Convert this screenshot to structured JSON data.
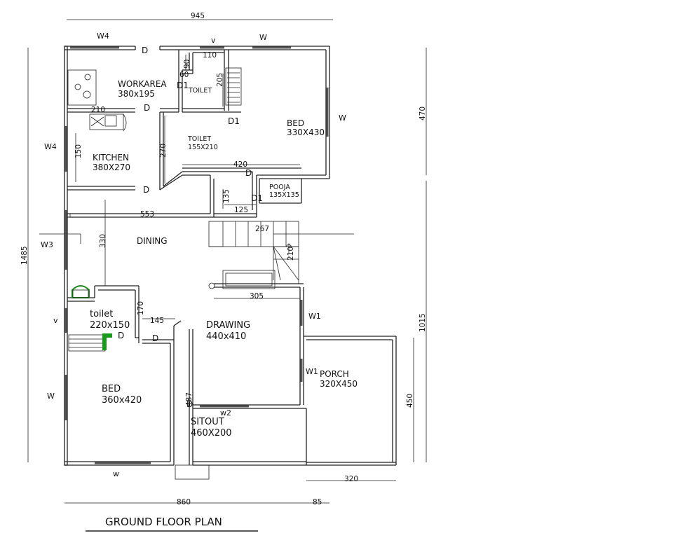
{
  "title": "GROUND FLOOR PLAN",
  "rooms": {
    "workarea": {
      "name": "WORKAREA",
      "size": "380x195"
    },
    "kitchen": {
      "name": "KITCHEN",
      "size": "380X270"
    },
    "toilet_top": {
      "name": "TOILET"
    },
    "toilet_mid": {
      "name": "TOILET",
      "size": "155X210"
    },
    "bed_top": {
      "name": "BED",
      "size": "330X430"
    },
    "pooja": {
      "name": "POOJA",
      "size": "135X135"
    },
    "dining": {
      "name": "DINING"
    },
    "toilet_bottom": {
      "name": "toilet",
      "size": "220x150"
    },
    "drawing": {
      "name": "DRAWING",
      "size": "440x410"
    },
    "porch": {
      "name": "PORCH",
      "size": "320X450"
    },
    "bed_bottom": {
      "name": "BED",
      "size": "360x420"
    },
    "sitout": {
      "name": "SITOUT",
      "size": "460X200"
    }
  },
  "dimensions": {
    "overall_width": "945",
    "overall_height": "1485",
    "right_top": "470",
    "right_bottom": "1015",
    "porch_height": "450",
    "porch_width": "320",
    "bottom_width": "860",
    "bottom_extra": "85",
    "d110": "110",
    "d90": "90",
    "d60": "60",
    "d205": "205",
    "d210_kitchen": "210",
    "d150_kitchen": "150",
    "d270": "270",
    "d420": "420",
    "d135": "135",
    "d125": "125",
    "d553": "553",
    "d330": "330",
    "d267": "267",
    "d210_stair": "210",
    "d305": "305",
    "d170": "170",
    "d145": "145",
    "d487": "487"
  },
  "windows": {
    "w4_top": "W4",
    "v_top": "v",
    "w_top": "W",
    "w_right": "W",
    "w4_left": "W4",
    "w3_left": "W3",
    "v_left": "v",
    "w_left": "W",
    "w_bottom": "w",
    "w1_upper": "W1",
    "w1_lower": "W1",
    "w2": "w2"
  },
  "doors": {
    "d_workarea_top": "D",
    "d1_toilet": "D1",
    "d_workarea_kitchen": "D",
    "d1_bed": "D1",
    "d_bed_bottom": "D",
    "d_kitchen_bottom": "D",
    "d1_pooja": "D1",
    "d_toilet_bottom": "D",
    "d_bed_left": "D",
    "d_sitout": "D"
  }
}
